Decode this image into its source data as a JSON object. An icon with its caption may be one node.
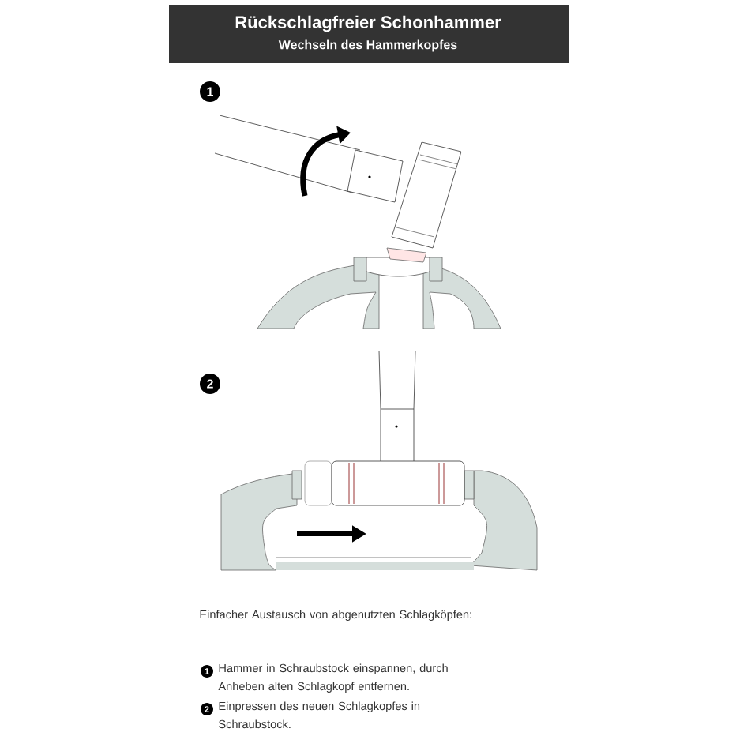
{
  "diagram": {
    "title": "Rückschlagfreier Schonhammer",
    "labels": [
      "Wechseln des Hammerkopfes",
      "1",
      "2",
      "Einfacher Austausch von abgenutzten Schlagköpfen:",
      "1",
      "Hammer in Schraubstock einspannen, durch Anheben alten Schlagkopf entfernen.",
      "2",
      "Einpressen des neuen Schlagkopfes in Schraubstock."
    ]
  }
}
